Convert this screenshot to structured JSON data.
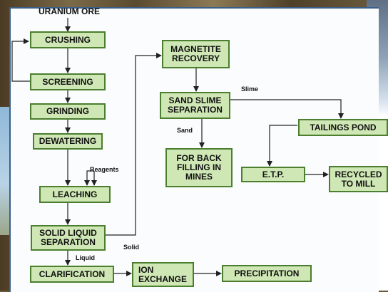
{
  "title": "URANIUM ORE",
  "boxes": {
    "crushing": "CRUSHING",
    "screening": "SCREENING",
    "grinding": "GRINDING",
    "dewatering": "DEWATERING",
    "leaching": "LEACHING",
    "solid_liquid_1": "SOLID LIQUID",
    "solid_liquid_2": "SEPARATION",
    "clarification": "CLARIFICATION",
    "ion_exchange_1": "ION",
    "ion_exchange_2": "EXCHANGE",
    "precipitation": "PRECIPITATION",
    "magnetite_1": "MAGNETITE",
    "magnetite_2": "RECOVERY",
    "sand_slime_1": "SAND SLIME",
    "sand_slime_2": "SEPARATION",
    "back_filling_1": "FOR BACK",
    "back_filling_2": "FILLING IN",
    "back_filling_3": "MINES",
    "tailings_pond": "TAILINGS POND",
    "etp": "E.T.P.",
    "recycled_1": "RECYCLED",
    "recycled_2": "TO MILL"
  },
  "labels": {
    "reagents": "Reagents",
    "liquid": "Liquid",
    "solid": "Solid",
    "slime": "Slime",
    "sand": "Sand"
  }
}
